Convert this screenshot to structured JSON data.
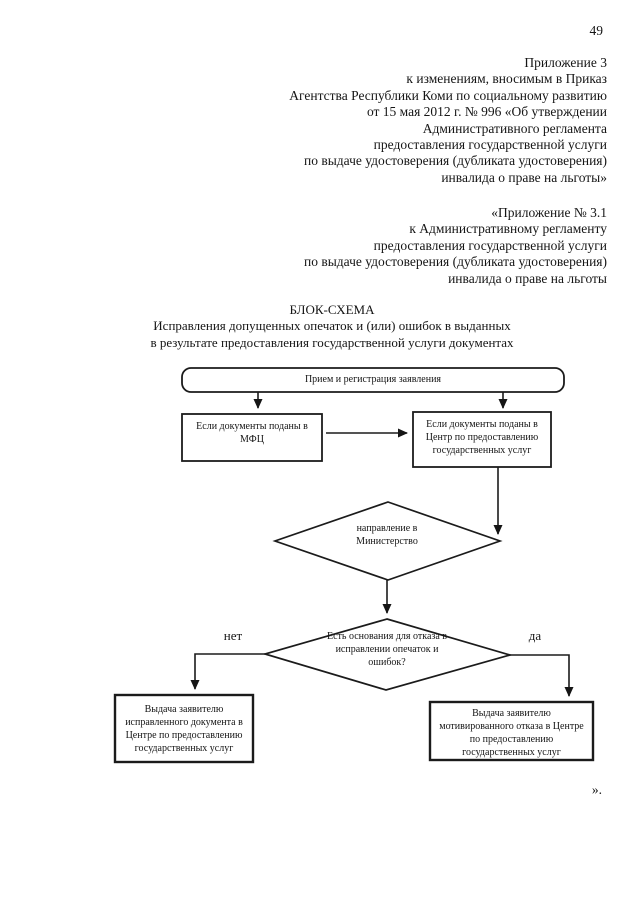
{
  "page": {
    "number": "49",
    "closing_mark": "»."
  },
  "theme": {
    "paper_color": "#ffffff",
    "ink_color": "#151515"
  },
  "header_block_1": {
    "lines": [
      "Приложение 3",
      "к изменениям, вносимым в Приказ",
      "Агентства Республики Коми по социальному развитию",
      "от 15 мая 2012 г. № 996 «Об утверждении",
      "Административного регламента",
      "предоставления государственной услуги",
      "по выдаче удостоверения (дубликата удостоверения)",
      "инвалида о праве на льготы»"
    ]
  },
  "header_block_2": {
    "lines": [
      "«Приложение № 3.1",
      "к Административному регламенту",
      "предоставления государственной услуги",
      "по выдаче удостоверения (дубликата удостоверения)",
      "инвалида о праве на льготы"
    ]
  },
  "title": {
    "heading": "БЛОК-СХЕМА",
    "subtitle_lines": [
      "Исправления допущенных опечаток и (или) ошибок в выданных",
      "в результате предоставления государственной услуги документах"
    ]
  },
  "flowchart": {
    "start": {
      "label": "Прием и регистрация заявления"
    },
    "box_mfc": {
      "lines": [
        "Если документы поданы в",
        "МФЦ"
      ]
    },
    "box_center": {
      "lines": [
        "Если документы поданы в",
        "Центр по предоставлению",
        "государственных услуг"
      ]
    },
    "decision_ministry": {
      "lines": [
        "направление в",
        "Министерство"
      ]
    },
    "decision_refusal": {
      "lines": [
        "Есть основания для отказа в",
        "исправлении опечаток и",
        "ошибок?"
      ]
    },
    "label_no": "нет",
    "label_yes": "да",
    "box_corrected": {
      "lines": [
        "Выдача заявителю",
        "исправленного документа в",
        "Центре по предоставлению",
        "государственных услуг"
      ]
    },
    "box_refusal": {
      "lines": [
        "Выдача заявителю",
        "мотивированного отказа в Центре",
        "по предоставлению",
        "государственных услуг"
      ]
    }
  }
}
